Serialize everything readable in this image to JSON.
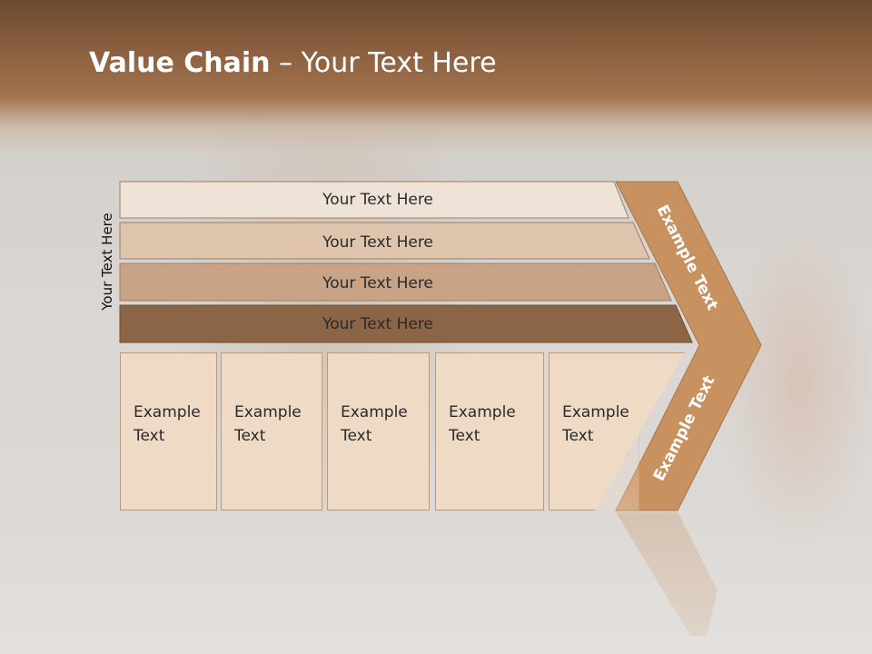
{
  "title": {
    "bold": "Value Chain",
    "rest": " – Your Text Here"
  },
  "side_label": "Your Text Here",
  "bars": [
    "Your Text Here",
    "Your Text Here",
    "Your Text Here",
    "Your Text Here"
  ],
  "chevron_top_label": "Example Text",
  "chevron_bottom_label": "Example Text",
  "boxes": [
    "Example\nText",
    "Example\nText",
    "Example\nText",
    "Example\nText",
    "Example\nText"
  ],
  "colors": {
    "header": "#8d6140",
    "bar1": "#efe3d8",
    "bar2": "#dfc4ae",
    "bar3": "#c8a386",
    "bar4": "#8c6446",
    "chevron": "#c89160",
    "box": "#efdac6"
  }
}
